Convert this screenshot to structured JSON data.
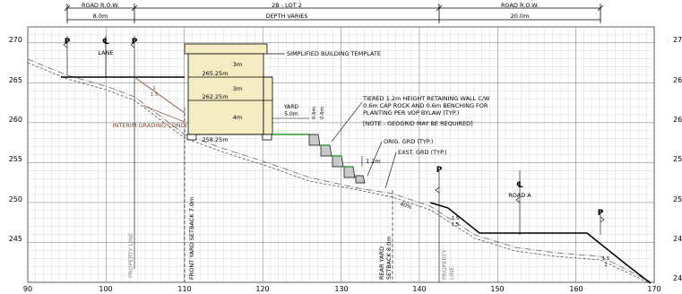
{
  "axes": {
    "x_ticks": [
      "90",
      "100",
      "110",
      "120",
      "130",
      "140",
      "150",
      "160",
      "170"
    ],
    "y_ticks": [
      "270",
      "265",
      "260",
      "255",
      "250",
      "245"
    ],
    "y_right_ticks": [
      "27",
      "26",
      "26",
      "25",
      "25",
      "24",
      "24"
    ]
  },
  "header": {
    "road_row_left": "ROAD R.O.W.",
    "road_row_left_width": "8.0m",
    "lot_label": "2B - LOT 2",
    "depth_label": "DEPTH VARIES",
    "road_row_right": "ROAD R.O.W.",
    "road_row_right_width": "20.0m"
  },
  "labels": {
    "lane": "LANE",
    "road_a": "ROAD A",
    "building_template": "SIMPLIFIED BUILDING TEMPLATE",
    "interim_grading": "INTERIM GRADING CONDITION",
    "retaining_wall_1": "TIERED 1.2m HEIGHT RETAINING WALL C/W",
    "retaining_wall_2": "0.6m CAP ROCK AND 0.6m BENCHING FOR",
    "retaining_wall_3": "PLANTING PER VOP BYLAW (TYP.)",
    "geogrid_note": "[NOTE - GEOGRID MAY BE REQUIRED]",
    "orig_grd": "ORIG. GRD (TYP.)",
    "exst_grd": "EXST. GRD (TYP.)",
    "yard": "YARD",
    "yard_dim": "5.0m",
    "wall_spacing_1": "0.6m",
    "wall_spacing_2": "0.6m",
    "wall_height": "1.2m",
    "property_line_left": "PROPERTY LINE",
    "property_line_right_1": "PROPERTY",
    "property_line_right_2": "LINE",
    "front_yard_setback": "FRONT YARD SETBACK 7.0m",
    "rear_yard_1": "REAR YARD",
    "rear_yard_2": "SETBACK 8.0m",
    "slope_interim": "1",
    "slope_interim_run": "1.5",
    "slope_grade": "40%",
    "slope_road_left": "1.5",
    "slope_road_left_run": "1.5",
    "slope_road_right": "1.5",
    "slope_road_right_run": "1",
    "centreline_mark": "℄",
    "boundary_mark": "P"
  },
  "building": {
    "floor_heights": [
      "3m",
      "3m",
      "4m"
    ],
    "elevations": [
      "265.25m",
      "262.25m",
      "258.25m"
    ]
  },
  "colors": {
    "linework": "#000000",
    "grid": "#b3b3b3",
    "grid_heavy": "#6e6e6e",
    "building_fill": "#f6ecc4",
    "wall_fill": "#c9c9c9",
    "interim": "#8b5a3c",
    "interim_text": "#7a4a2e",
    "planting": "#2c9a2c",
    "existing_ground": "#777777"
  }
}
